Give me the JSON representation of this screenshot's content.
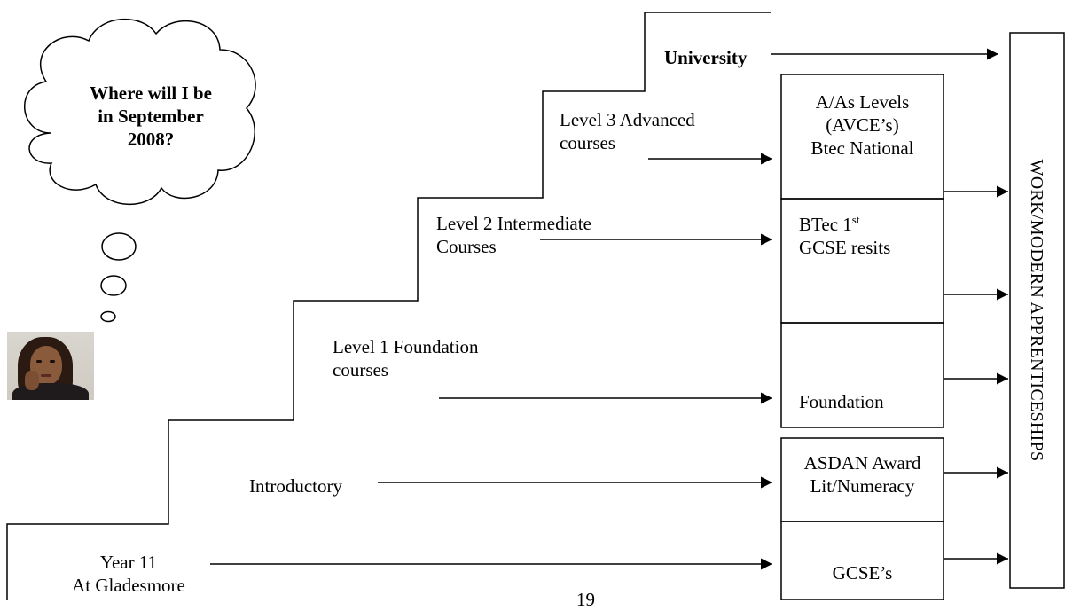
{
  "thought": {
    "line1": "Where will I be",
    "line2": "in September",
    "line3": "2008?"
  },
  "steps": {
    "year11_line1": "Year 11",
    "year11_line2": "At Gladesmore",
    "introductory": "Introductory",
    "level1_line1": "Level 1 Foundation",
    "level1_line2": "courses",
    "level2_line1": "Level 2 Intermediate",
    "level2_line2": "Courses",
    "level3_line1": "Level 3 Advanced",
    "level3_line2": "courses",
    "university": "University"
  },
  "boxes": {
    "alevels_line1": "A/As Levels",
    "alevels_line2": "(AVCE’s)",
    "alevels_line3": "Btec National",
    "btec_line1_main": "BTec 1",
    "btec_line1_sup": "st",
    "btec_line2": "GCSE resits",
    "foundation": "Foundation",
    "asdan_line1": "ASDAN Award",
    "asdan_line2": "Lit/Numeracy",
    "gcse": "GCSE’s"
  },
  "destination": "WORK/MODERN APPRENTICESHIPS",
  "page_number": "19"
}
